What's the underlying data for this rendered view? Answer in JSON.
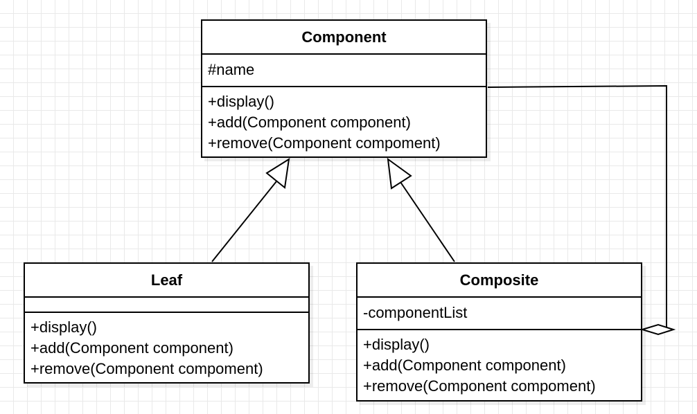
{
  "diagram": {
    "classes": {
      "component": {
        "name": "Component",
        "attributes": [
          "#name"
        ],
        "operations": [
          "+display()",
          "+add(Component component)",
          "+remove(Component compoment)"
        ]
      },
      "leaf": {
        "name": "Leaf",
        "attributes": [],
        "operations": [
          "+display()",
          "+add(Component component)",
          "+remove(Component compoment)"
        ]
      },
      "composite": {
        "name": "Composite",
        "attributes": [
          "-componentList"
        ],
        "operations": [
          "+display()",
          "+add(Component component)",
          "+remove(Component compoment)"
        ]
      }
    },
    "relationships": [
      {
        "type": "generalization",
        "from": "Leaf",
        "to": "Component"
      },
      {
        "type": "generalization",
        "from": "Composite",
        "to": "Component"
      },
      {
        "type": "aggregation",
        "whole": "Composite",
        "part": "Component"
      }
    ]
  }
}
